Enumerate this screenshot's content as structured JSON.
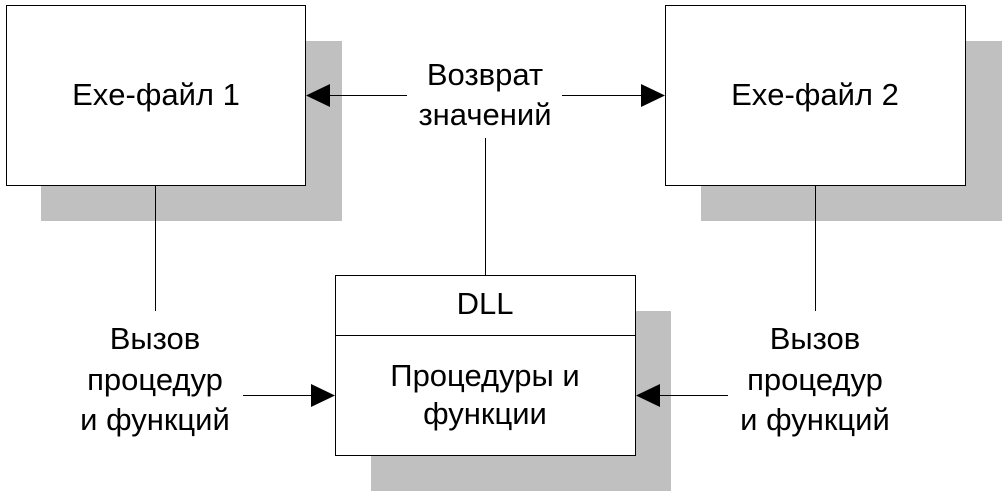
{
  "nodes": {
    "exe1": {
      "label": "Exe-файл 1"
    },
    "exe2": {
      "label": "Exe-файл 2"
    },
    "dll": {
      "header": "DLL",
      "body_lines": [
        "Процедуры и",
        "функции"
      ]
    }
  },
  "edges": {
    "return_values": {
      "lines": [
        "Возврат",
        "значений"
      ]
    },
    "call_left": {
      "lines": [
        "Вызов",
        "процедур",
        "и функций"
      ]
    },
    "call_right": {
      "lines": [
        "Вызов",
        "процедур",
        "и функций"
      ]
    }
  },
  "colors": {
    "box_fill": "#ffffff",
    "box_stroke": "#000000",
    "shadow": "#c0c0c0",
    "line": "#000000",
    "text": "#000000"
  }
}
